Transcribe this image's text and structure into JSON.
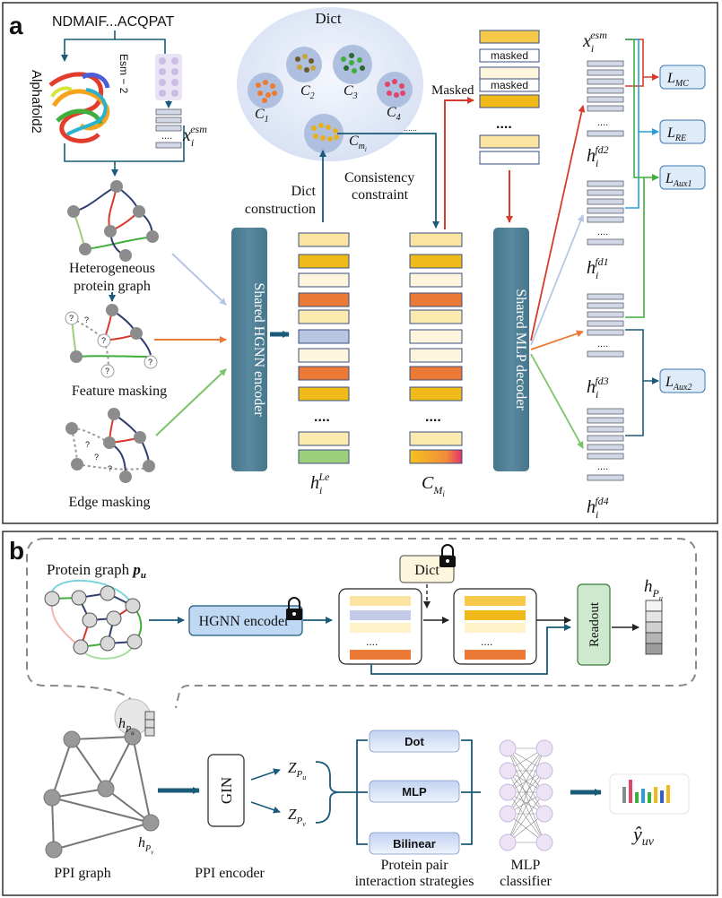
{
  "panel_a": {
    "letter": "a",
    "sequence": "NDMAIF...ACQPAT",
    "alphafold": "Alphafold2",
    "esm_model": "Esm − 2",
    "x_esm": {
      "base": "x",
      "sub": "i",
      "sup": "esm"
    },
    "graph_hetero": [
      "Heterogeneous",
      "protein graph"
    ],
    "graph_feature": "Feature masking",
    "graph_edge": "Edge masking",
    "encoder": "Shared HGNN encoder",
    "dict_title": "Dict",
    "clusters": [
      {
        "base": "C",
        "sub": "1"
      },
      {
        "base": "C",
        "sub": "2"
      },
      {
        "base": "C",
        "sub": "3"
      },
      {
        "base": "C",
        "sub": "4"
      },
      {
        "base": "C",
        "sub": "m",
        "subsub": "i"
      }
    ],
    "dots": "......",
    "dict_construction": [
      "Dict",
      "construction"
    ],
    "consistency": [
      "Consistency",
      "constraint"
    ],
    "masked_label": "Masked",
    "masked_rows": [
      "masked",
      "masked"
    ],
    "h_le": {
      "base": "h",
      "sub": "i",
      "sup": "Le"
    },
    "c_mi": {
      "base": "C",
      "sub": "M",
      "subsub": "i"
    },
    "ellipsis": "....",
    "decoder": "Shared MLP decoder",
    "outputs": [
      {
        "base": "h",
        "sub": "i",
        "sup": "fd2"
      },
      {
        "base": "h",
        "sub": "i",
        "sup": "fd1"
      },
      {
        "base": "h",
        "sub": "i",
        "sup": "fd3"
      },
      {
        "base": "h",
        "sub": "i",
        "sup": "fd4"
      }
    ],
    "losses": [
      {
        "base": "L",
        "sub": "MC"
      },
      {
        "base": "L",
        "sub": "RE"
      },
      {
        "base": "L",
        "sub": "Aux1"
      },
      {
        "base": "L",
        "sub": "Aux2"
      }
    ]
  },
  "panel_b": {
    "letter": "b",
    "protein_graph": {
      "text": "Protein graph ",
      "sym": "p",
      "sub": "u"
    },
    "hgnn": "HGNN encoder",
    "dict": "Dict",
    "readout": "Readout",
    "h_pu": {
      "base": "h",
      "sub": "P",
      "subsub": "u"
    },
    "h_pv": {
      "base": "h",
      "sub": "P",
      "subsub": "v"
    },
    "gin": "GIN",
    "z_pu": {
      "base": "Z",
      "sub": "P",
      "subsub": "u"
    },
    "z_pv": {
      "base": "Z",
      "sub": "P",
      "subsub": "v"
    },
    "strategies": [
      "Dot",
      "MLP",
      "Bilinear"
    ],
    "y_hat": "ŷ",
    "y_sub": "uv",
    "ppi_graph": "PPI graph",
    "ppi_encoder": "PPI encoder",
    "interaction": [
      "Protein pair",
      "interaction strategies"
    ],
    "mlp_classifier": [
      "MLP",
      "classifier"
    ],
    "ellipsis": "...."
  },
  "colors": {
    "teal": "#4e7d92",
    "yellow": "#f0bb1a",
    "light_yellow": "#fbe9ad",
    "pale_yellow": "#fdf5dc",
    "orange": "#ea7a35",
    "blue_row": "#b8c4e0",
    "green_row": "#9dcf7b",
    "red": "#d83a2c",
    "dark_blue": "#1a5a7a",
    "loss_fill": "#deebf8"
  }
}
